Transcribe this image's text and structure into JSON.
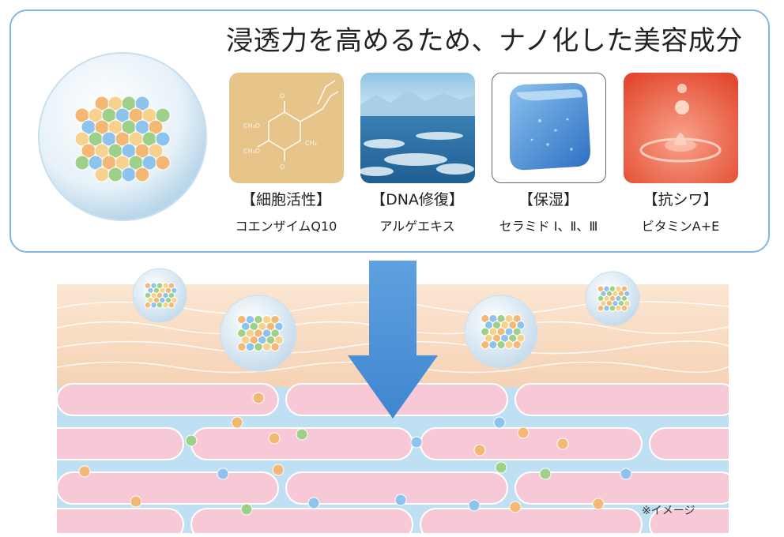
{
  "headline": "浸透力を高めるため、ナノ化した美容成分",
  "ingredients": [
    {
      "category": "【細胞活性】",
      "name": "コエンザイムQ10",
      "icon": "molecule-structure"
    },
    {
      "category": "【DNA修復】",
      "name": "アルゲエキス",
      "icon": "ocean-water"
    },
    {
      "category": "【保湿】",
      "name": "セラミド Ⅰ、Ⅱ、Ⅲ",
      "icon": "ice-cube"
    },
    {
      "category": "【抗シワ】",
      "name": "ビタミンA+E",
      "icon": "water-droplet"
    }
  ],
  "note": "※イメージ",
  "colors": {
    "panel_border": "#7fb6e6",
    "arrow": "#4a90d9",
    "skin_upper": "#fbe3cc",
    "skin_lower": "#bfe0f3",
    "cell": "#f7c9d6"
  }
}
